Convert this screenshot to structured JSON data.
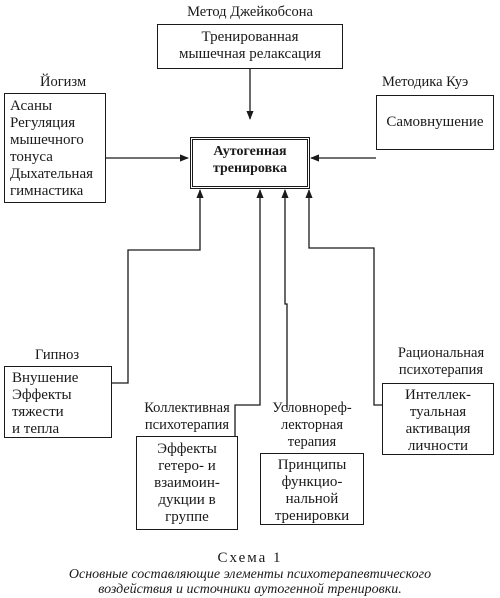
{
  "nodes": {
    "jacobson": {
      "label": "Метод Джейкобсона",
      "items": [
        "Тренированная",
        "мышечная релаксация"
      ]
    },
    "yoga": {
      "label": "Йогизм",
      "items": [
        "Асаны",
        "Регуляция",
        "мышечного",
        "тонуса",
        "Дыхательная",
        "гимнастика"
      ]
    },
    "coue": {
      "label": "Методика Куэ",
      "items": [
        "Самовнушение"
      ]
    },
    "center": {
      "lines": [
        "Аутогенная",
        "тренировка"
      ]
    },
    "hypnosis": {
      "label": "Гипноз",
      "items": [
        "Внушение",
        "Эффекты",
        "тяжести",
        "и тепла"
      ]
    },
    "collective": {
      "label_lines": [
        "Коллективная",
        "психотерапия"
      ],
      "items": [
        "Эффекты",
        "гетеро- и",
        "взаимоин-",
        "дукции в",
        "группе"
      ]
    },
    "reflex": {
      "label_lines": [
        "Условнореф-",
        "лекторная",
        "терапия"
      ],
      "items": [
        "Принципы",
        "функцио-",
        "нальной",
        "тренировки"
      ]
    },
    "rational": {
      "label_lines": [
        "Рациональная",
        "психотерапия"
      ],
      "items": [
        "Интеллек-",
        "туальная",
        "активация",
        "личности"
      ]
    }
  },
  "caption": {
    "title": "Схема 1",
    "lines": [
      "Основные составляющие элементы психотерапевтического",
      "воздействия и источники аутогенной тренировки."
    ]
  }
}
